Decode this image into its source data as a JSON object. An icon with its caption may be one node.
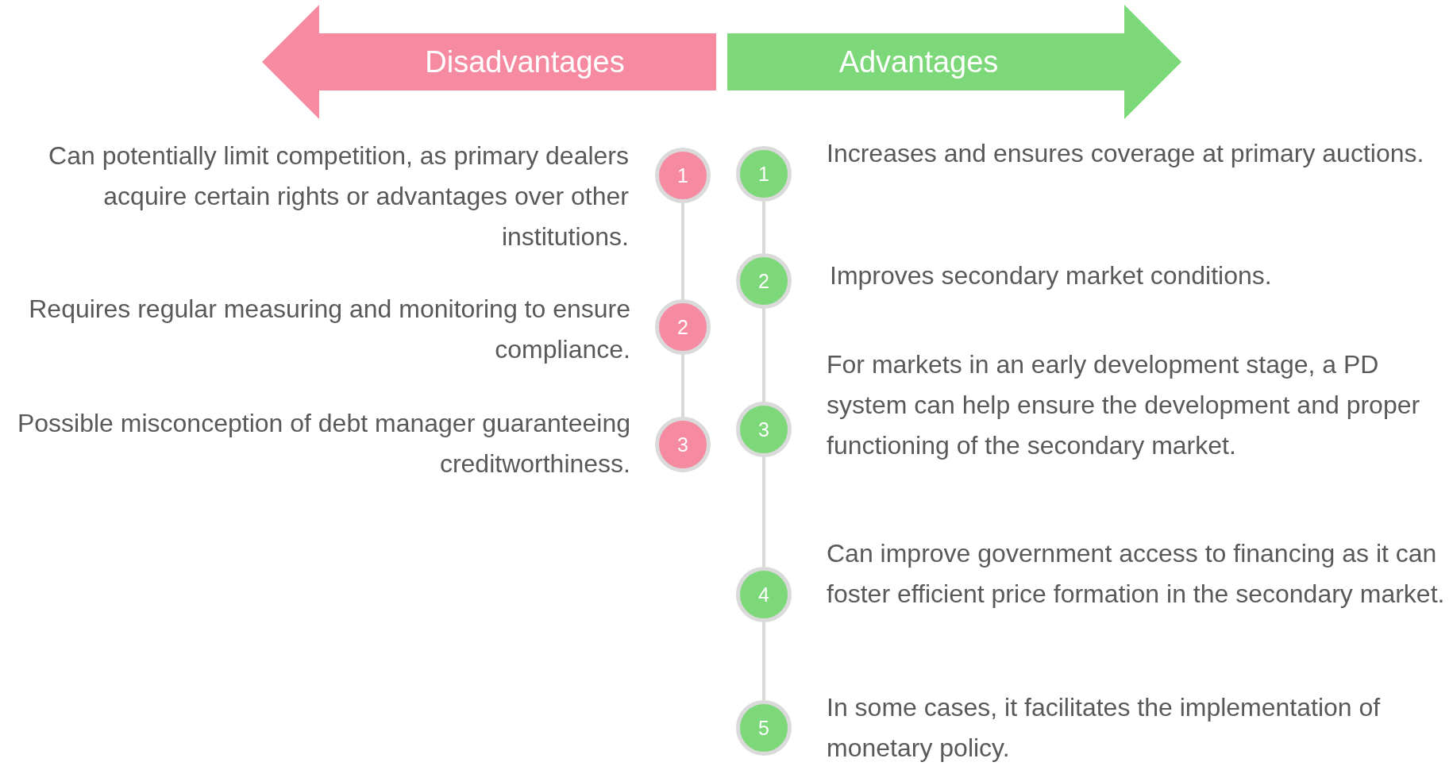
{
  "diagram": {
    "nodes": [
      {
        "text": [
          "Disadvantages"
        ]
      },
      {
        "text": [
          "Advantages"
        ]
      },
      {
        "text": [
          "1"
        ],
        "beside": [
          "Can potentially limit competition, as primary dealers acquire certain rights or advantages over other institutions."
        ]
      },
      {
        "text": [
          "2"
        ],
        "beside": [
          "Requires regular measuring and monitoring to ensure compliance."
        ]
      },
      {
        "text": [
          "3"
        ],
        "beside": [
          "Possible misconception of debt manager guaranteeing creditworthiness."
        ]
      },
      {
        "text": [
          "1"
        ],
        "beside": [
          "Increases and ensures coverage at primary auctions."
        ]
      },
      {
        "text": [
          "2"
        ],
        "beside": [
          "Improves secondary market conditions."
        ]
      },
      {
        "text": [
          "3"
        ],
        "beside": [
          "For markets in an early development stage, a PD system can help ensure the development and proper functioning of the secondary market."
        ]
      },
      {
        "text": [
          "4"
        ],
        "beside": [
          "Can improve government access to financing as it can foster efficient price formation in the secondary market."
        ]
      },
      {
        "text": [
          "5"
        ],
        "beside": [
          "In some cases, it facilitates the implementation of monetary policy."
        ]
      }
    ],
    "edges": [
      {
        "from": 2,
        "to": 3,
        "arrow": "none"
      },
      {
        "from": 3,
        "to": 4,
        "arrow": "none"
      },
      {
        "from": 5,
        "to": 6,
        "arrow": "none"
      },
      {
        "from": 6,
        "to": 7,
        "arrow": "none"
      },
      {
        "from": 7,
        "to": 8,
        "arrow": "none"
      },
      {
        "from": 8,
        "to": 9,
        "arrow": "none"
      }
    ]
  }
}
